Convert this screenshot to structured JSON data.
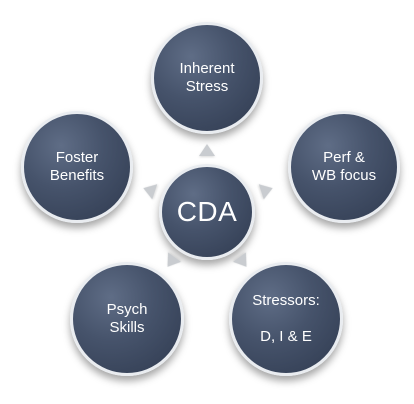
{
  "diagram": {
    "center": "CDA",
    "nodes": {
      "inherent_stress": "Inherent\nStress",
      "perf_wb_focus": "Perf &\nWB focus",
      "stressors": "Stressors:\n\nD, I & E",
      "psych_skills": "Psych\nSkills",
      "foster_benefits": "Foster\nBenefits"
    }
  },
  "colors": {
    "node_fill": "#46536b",
    "node_border": "#e9ecf0",
    "arrow": "#c9ccd0"
  }
}
